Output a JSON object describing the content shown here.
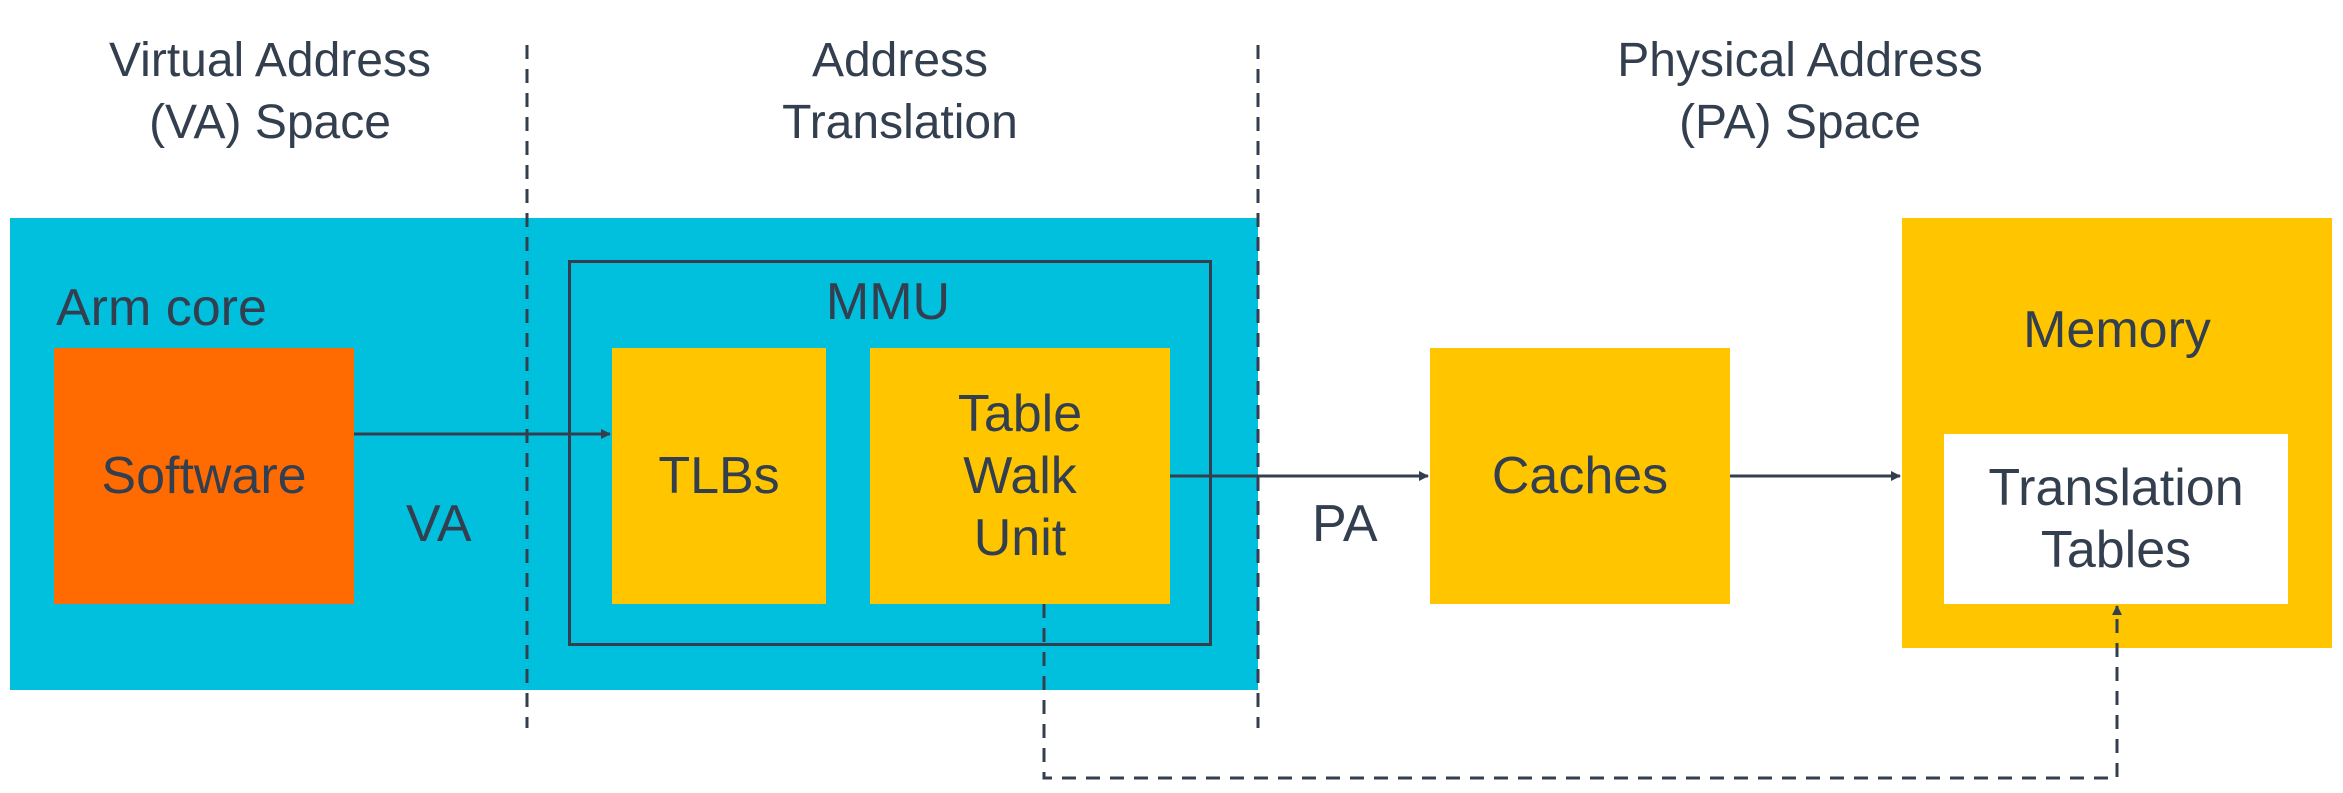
{
  "headers": {
    "va_space": "Virtual Address\n(VA) Space",
    "translation": "Address\nTranslation",
    "pa_space": "Physical Address\n(PA) Space"
  },
  "arm_core": {
    "label": "Arm core",
    "software": "Software",
    "va_label": "VA"
  },
  "mmu": {
    "label": "MMU",
    "tlbs": "TLBs",
    "table_walk_unit": "Table\nWalk\nUnit"
  },
  "pa_label": "PA",
  "caches": "Caches",
  "memory": {
    "label": "Memory",
    "translation_tables": "Translation\nTables"
  },
  "colors": {
    "core_blue": "#00c0de",
    "software_orange": "#ff6b00",
    "yellow": "#ffc600",
    "text": "#333f4f",
    "white": "#ffffff"
  }
}
